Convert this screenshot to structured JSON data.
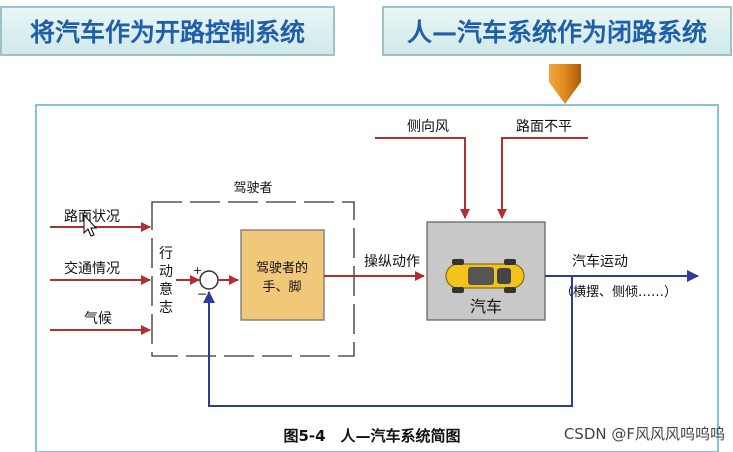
{
  "titles": {
    "left": "将汽车作为开路控制系统",
    "right": "人—汽车系统作为闭路系统"
  },
  "diagram": {
    "inputs": [
      "路面状况",
      "交通情况",
      "气候"
    ],
    "driver_group_label": "驾驶者",
    "intent_label": [
      "行",
      "动",
      "意",
      "志"
    ],
    "sum_plus": "+",
    "sum_minus": "−",
    "driver_box_label": [
      "驾驶者的",
      "手、脚"
    ],
    "control_action_label": "操纵动作",
    "disturbances": [
      "侧向风",
      "路面不平"
    ],
    "car_label": "汽车",
    "output_label": "汽车运动",
    "output_detail": "（横摆、侧倾……）",
    "caption": "图5-4　人—汽车系统简图"
  },
  "watermark": "CSDN @F风风风呜呜呜",
  "colors": {
    "title_text": "#1f5ea8",
    "frame": "#86c5d3",
    "red_arrow": "#b03030",
    "blue_arrow": "#2b3c9c",
    "driver_box": "#f1c87a",
    "car_box": "#c8c8c8",
    "pointer": "#e08a1e"
  }
}
